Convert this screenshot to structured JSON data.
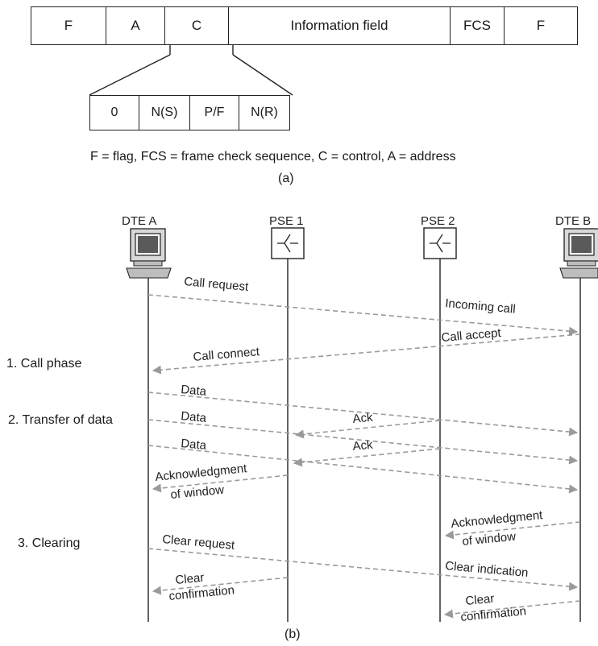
{
  "part_a": {
    "frame_fields": [
      "F",
      "A",
      "C",
      "Information field",
      "FCS",
      "F"
    ],
    "control_fields": [
      "0",
      "N(S)",
      "P/F",
      "N(R)"
    ],
    "legend": "F = flag, FCS = frame check sequence, C = control, A = address",
    "label": "(a)"
  },
  "part_b": {
    "entities": {
      "dte_a": "DTE A",
      "pse1": "PSE 1",
      "pse2": "PSE 2",
      "dte_b": "DTE B"
    },
    "phases": {
      "call": "1. Call phase",
      "transfer": "2. Transfer of data",
      "clearing": "3. Clearing"
    },
    "messages": {
      "call_request": "Call request",
      "incoming_call": "Incoming call",
      "call_accept": "Call accept",
      "call_connect": "Call connect",
      "data1": "Data",
      "data2": "Data",
      "data3": "Data",
      "ack1": "Ack",
      "ack2": "Ack",
      "ack_window_a_1": "Acknowledgment",
      "ack_window_a_2": "of window",
      "ack_window_b_1": "Acknowledgment",
      "ack_window_b_2": "of window",
      "clear_request": "Clear request",
      "clear_indication": "Clear indication",
      "clear_conf_a_1": "Clear",
      "clear_conf_a_2": "confirmation",
      "clear_conf_b_1": "Clear",
      "clear_conf_b_2": "confirmation"
    },
    "label": "(b)"
  },
  "colors": {
    "arrow": "#9a9a9a",
    "line": "#222222"
  }
}
